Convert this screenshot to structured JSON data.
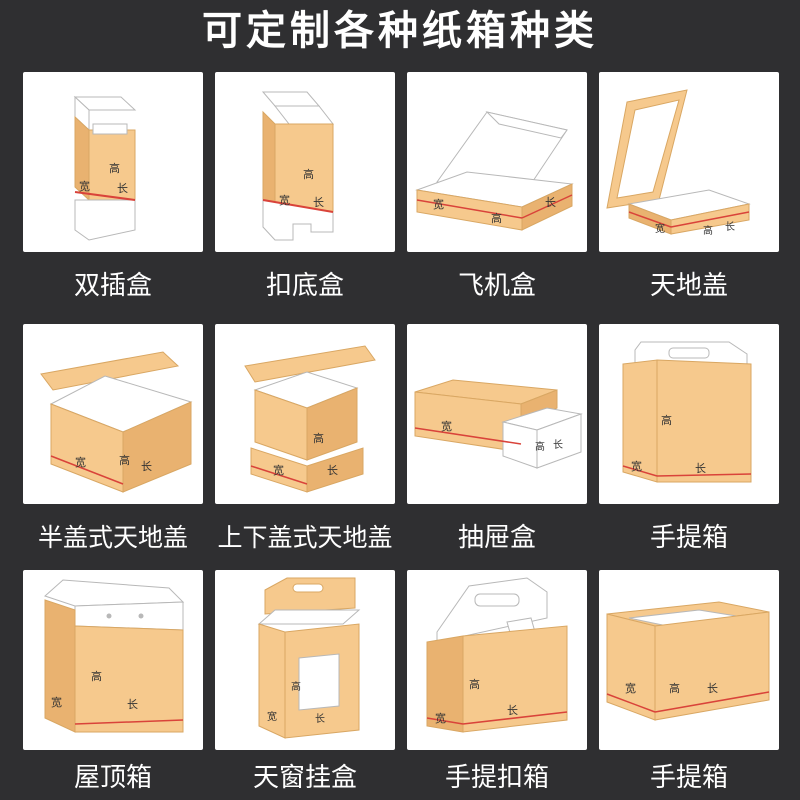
{
  "title": "可定制各种纸箱种类",
  "colors": {
    "background": "#2f2f31",
    "tile": "#ffffff",
    "cardboard": "#f6c98d",
    "cardboard_dark": "#e9b270",
    "outline": "#b8b8b8",
    "red_line": "#d9433a"
  },
  "dimension_marks": {
    "width": "宽",
    "height": "高",
    "length": "长"
  },
  "boxes": [
    {
      "label": "双插盒"
    },
    {
      "label": "扣底盒"
    },
    {
      "label": "飞机盒"
    },
    {
      "label": "天地盖"
    },
    {
      "label": "半盖式天地盖"
    },
    {
      "label": "上下盖式天地盖"
    },
    {
      "label": "抽屉盒"
    },
    {
      "label": "手提箱"
    },
    {
      "label": "屋顶箱"
    },
    {
      "label": "天窗挂盒"
    },
    {
      "label": "手提扣箱"
    },
    {
      "label": "手提箱"
    }
  ]
}
